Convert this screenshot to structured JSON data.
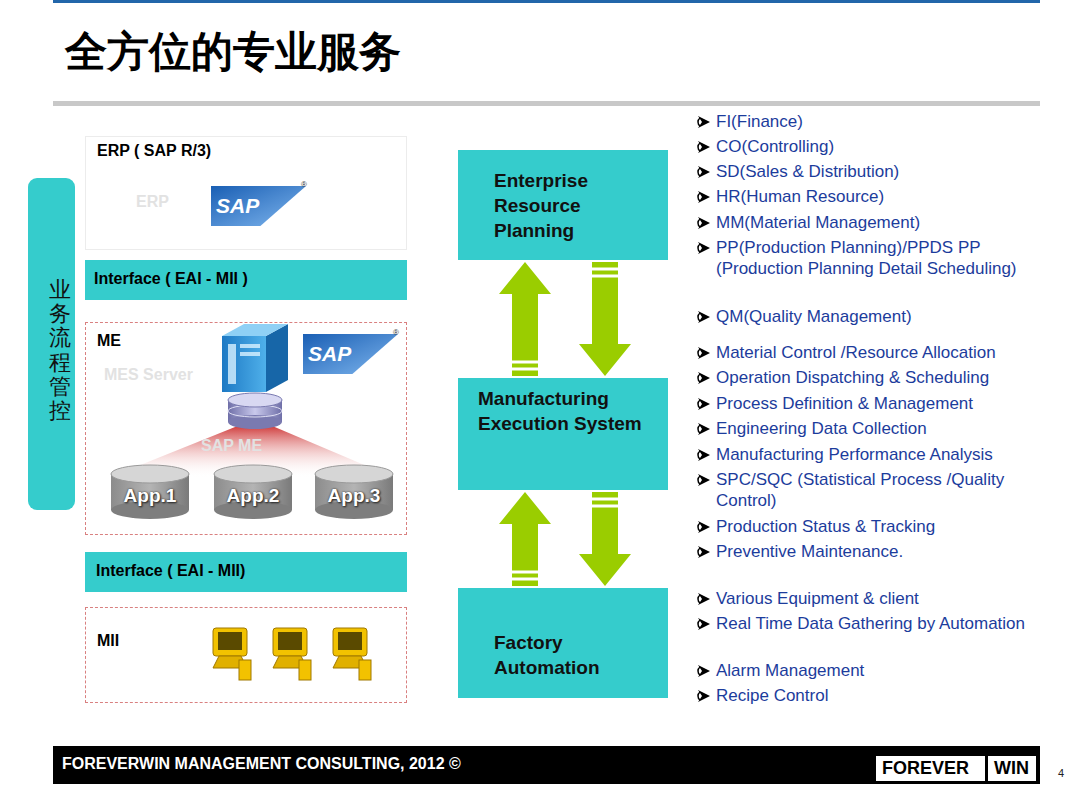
{
  "diagram": {
    "title": "全方位的专业服务",
    "nodes": [
      {
        "text": [
          "业务流程管控"
        ]
      },
      {
        "text": [
          "ERP ( SAP R/3)",
          "ERP"
        ]
      },
      {
        "text": [
          "SAP",
          "®"
        ],
        "in": 1
      },
      {
        "text": [
          "Interface ( EAI - MII )"
        ]
      },
      {
        "text": [
          "ME",
          "MES Server",
          "SAP ME"
        ]
      },
      {
        "text": [
          "SAP",
          "®"
        ],
        "in": 4
      },
      {
        "text": [
          "App.1"
        ],
        "in": 4
      },
      {
        "text": [
          "App.2"
        ],
        "in": 4
      },
      {
        "text": [
          "App.3"
        ],
        "in": 4
      },
      {
        "text": [
          "Interface ( EAI - MII)"
        ]
      },
      {
        "text": [
          "MII"
        ]
      },
      {
        "text": [
          "Enterprise Resource Planning"
        ]
      },
      {
        "text": [
          "Manufacturing Execution System"
        ]
      },
      {
        "text": [
          "Factory Automation"
        ]
      }
    ],
    "edges": [
      {
        "from": 12,
        "to": 11,
        "arrow": "to"
      },
      {
        "from": 11,
        "to": 12,
        "arrow": "to"
      },
      {
        "from": 13,
        "to": 12,
        "arrow": "to"
      },
      {
        "from": 12,
        "to": 13,
        "arrow": "to"
      }
    ],
    "labels": [
      "FI(Finance)",
      "CO(Controlling)",
      "SD(Sales & Distribution)",
      "HR(Human Resource)",
      "MM(Material Management)",
      "PP(Production Planning)/PPDS PP (Production Planning Detail Scheduling)",
      "QM(Quality Management)",
      "Material  Control /Resource Allocation",
      "Operation Dispatching & Scheduling",
      "Process Definition & Management",
      "Engineering Data Collection",
      "Manufacturing Performance Analysis",
      "SPC/SQC (Statistical Process /Quality Control)",
      "Production Status & Tracking",
      "Preventive Maintenance.",
      "Various Equipment & client",
      "Real Time Data Gathering by Automation",
      "Alarm Management",
      "Recipe Control",
      "FOREVERWIN MANAGEMENT CONSULTING, 2012 ©",
      "FOREVER",
      "WIN",
      "4"
    ]
  }
}
